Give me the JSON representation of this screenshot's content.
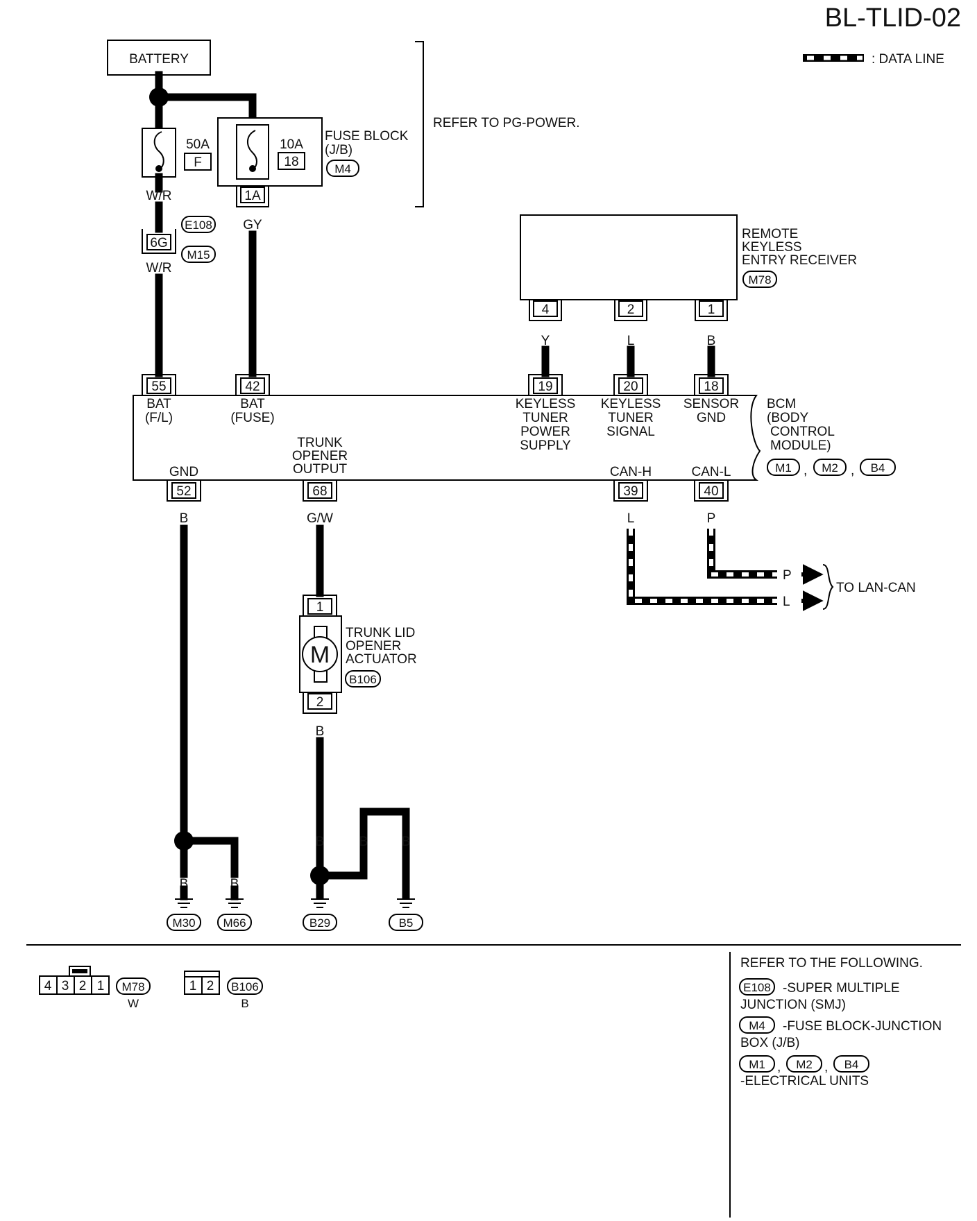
{
  "page_id": "BL-TLID-02",
  "legend": {
    "data_line": ": DATA LINE"
  },
  "battery": "BATTERY",
  "refer_pg": "REFER TO PG-POWER.",
  "fuse_50": {
    "rating": "50A",
    "id": "F",
    "wire": "W/R"
  },
  "fuse_10": {
    "rating": "10A",
    "id": "18",
    "pin": "1A",
    "wire": "GY"
  },
  "fuse_block": {
    "line1": "FUSE BLOCK",
    "line2": "(J/B)",
    "conn": "M4"
  },
  "junction": {
    "pin": "6G",
    "conn_top": "E108",
    "conn_bot": "M15",
    "wire_below": "W/R"
  },
  "rke": {
    "line1": "REMOTE",
    "line2": "KEYLESS",
    "line3": "ENTRY RECEIVER",
    "conn": "M78",
    "pins": [
      "4",
      "2",
      "1"
    ],
    "wires": [
      "Y",
      "L",
      "B"
    ]
  },
  "bcm": {
    "line1": "BCM",
    "line2": "(BODY",
    "line3": "CONTROL",
    "line4": "MODULE)",
    "conns": [
      "M1",
      "M2",
      "B4"
    ],
    "top_pins": [
      "55",
      "42",
      "19",
      "20",
      "18"
    ],
    "labels": {
      "bat_fl_1": "BAT",
      "bat_fl_2": "(F/L)",
      "bat_fuse_1": "BAT",
      "bat_fuse_2": "(FUSE)",
      "kt_ps_1": "KEYLESS",
      "kt_ps_2": "TUNER",
      "kt_ps_3": "POWER",
      "kt_ps_4": "SUPPLY",
      "kt_sig_1": "KEYLESS",
      "kt_sig_2": "TUNER",
      "kt_sig_3": "SIGNAL",
      "sg_1": "SENSOR",
      "sg_2": "GND",
      "to_1": "TRUNK",
      "to_2": "OPENER",
      "to_3": "OUTPUT",
      "gnd": "GND",
      "can_h": "CAN-H",
      "can_l": "CAN-L"
    },
    "bottom_pins": [
      "52",
      "68",
      "39",
      "40"
    ],
    "bottom_wires": [
      "B",
      "G/W",
      "L",
      "P"
    ]
  },
  "actuator": {
    "line1": "TRUNK LID",
    "line2": "OPENER",
    "line3": "ACTUATOR",
    "conn": "B106",
    "pin1": "1",
    "pin2": "2",
    "motor": "M",
    "wire_below": "B"
  },
  "can": {
    "p": "P",
    "l": "L",
    "to": "TO LAN-CAN"
  },
  "grounds": {
    "wires": [
      "B",
      "B",
      "B",
      "B",
      "B",
      "B"
    ],
    "names": [
      "M30",
      "M66",
      "B29",
      "B5"
    ]
  },
  "connectors": {
    "m78": {
      "pins": [
        "4",
        "3",
        "2",
        "1"
      ],
      "name": "M78",
      "color": "W"
    },
    "b106": {
      "pins": [
        "1",
        "2"
      ],
      "name": "B106",
      "color": "B"
    }
  },
  "refer": {
    "title": "REFER TO THE FOLLOWING.",
    "e108": "E108",
    "e108_1": "-SUPER MULTIPLE",
    "e108_2": "JUNCTION (SMJ)",
    "m4": "M4",
    "m4_1": "-FUSE BLOCK-JUNCTION",
    "m4_2": "BOX (J/B)",
    "units": [
      "M1",
      "M2",
      "B4"
    ],
    "units_desc": "-ELECTRICAL UNITS"
  }
}
